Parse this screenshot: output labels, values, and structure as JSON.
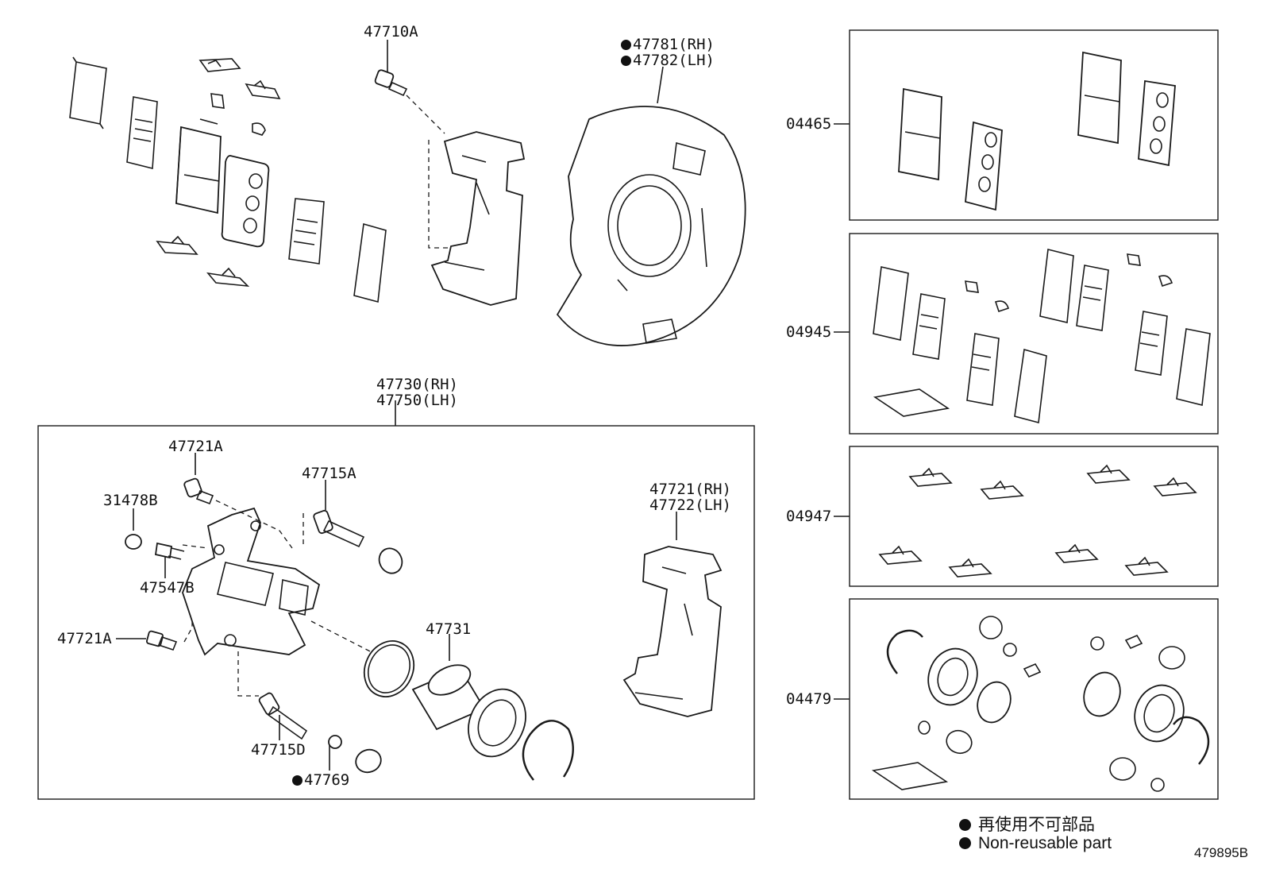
{
  "diagram": {
    "labels": {
      "l47710A": "47710A",
      "l47781": "47781(RH)",
      "l47782": "47782(LH)",
      "l47730": "47730(RH)",
      "l47750": "47750(LH)",
      "l47721A_top": "47721A",
      "l31478B": "31478B",
      "l47715A": "47715A",
      "l47547B": "47547B",
      "l47721A_bot": "47721A",
      "l47731": "47731",
      "l47715D": "47715D",
      "l47769": "47769",
      "l47721": "47721(RH)",
      "l47722": "47722(LH)",
      "l04465": "04465",
      "l04945": "04945",
      "l04947": "04947",
      "l04479": "04479"
    },
    "legend": {
      "jp": "再使用不可部品",
      "en": "Non-reusable part"
    },
    "doc_id": "479895B"
  }
}
